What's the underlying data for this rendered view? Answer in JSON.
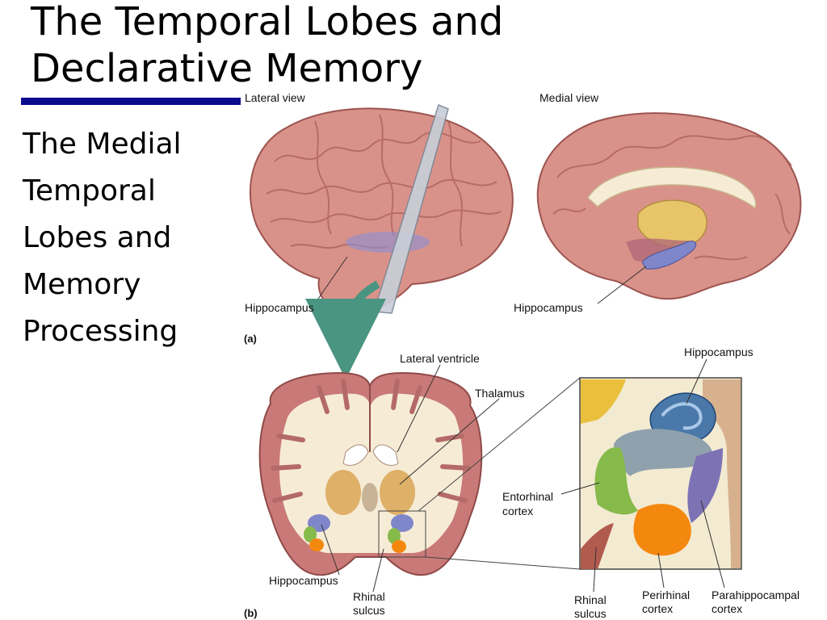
{
  "slide": {
    "title_line1": "The Temporal Lobes and",
    "title_line2": "Declarative Memory",
    "bullets": [
      "The Medial",
      "Temporal",
      "Lobes and",
      "Memory",
      "Processing"
    ]
  },
  "figure": {
    "view_lateral": "Lateral view",
    "view_medial": "Medial view",
    "panel_a": "(a)",
    "panel_b": "(b)",
    "labels": {
      "hippocampus": "Hippocampus",
      "lateral_ventricle": "Lateral ventricle",
      "thalamus": "Thalamus",
      "entorhinal_1": "Entorhinal",
      "entorhinal_2": "cortex",
      "rhinal_1": "Rhinal",
      "rhinal_2": "sulcus",
      "perirhinal_1": "Perirhinal",
      "perirhinal_2": "cortex",
      "parahippocampal_1": "Parahippocampal",
      "parahippocampal_2": "cortex"
    }
  },
  "colors": {
    "title_rule": "#0b0b8f",
    "brain_tissue": "#d9928a",
    "white_matter": "#f6ecd6",
    "hippocampus": "#7f86c9",
    "thalamus": "#dfb068",
    "entorhinal": "#86ba4b",
    "perirhinal": "#f4880f",
    "parahippocampal": "#7d73b4",
    "hippocampus_detail": "#8fa1ad"
  }
}
